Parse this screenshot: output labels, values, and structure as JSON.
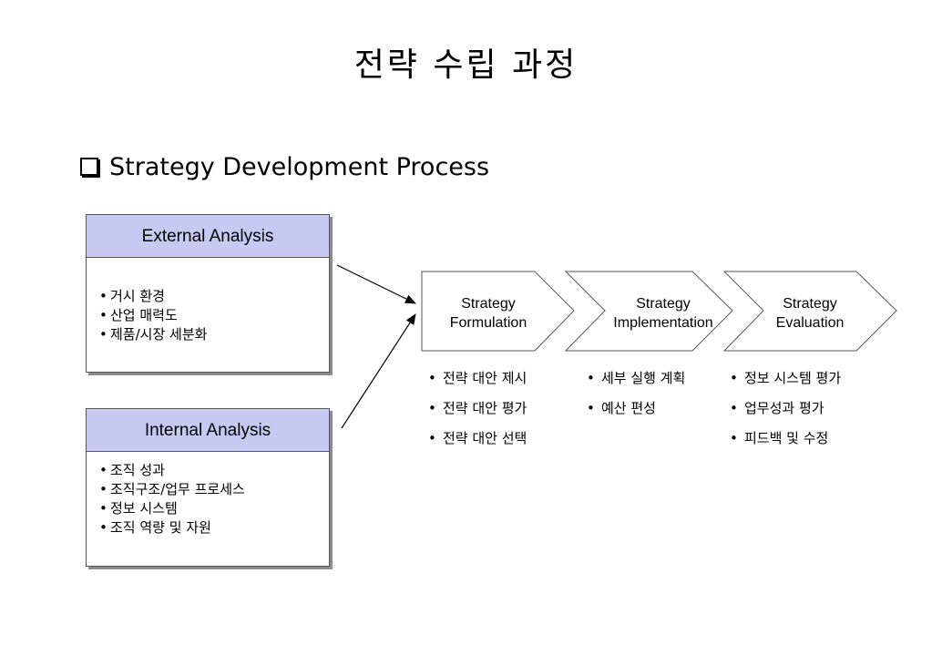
{
  "title": "전략 수립 과정",
  "section": {
    "heading": "Strategy Development Process",
    "checkbox_icon": "checkbox-icon"
  },
  "external": {
    "header": "External Analysis",
    "items": [
      "거시 환경",
      "산업 매력도",
      "제품/시장 세분화"
    ]
  },
  "internal": {
    "header": "Internal Analysis",
    "items": [
      "조직 성과",
      "조직구조/업무 프로세스",
      "정보 시스템",
      "조직 역량 및 자원"
    ]
  },
  "process": {
    "stages": [
      {
        "line1": "Strategy",
        "line2": "Formulation",
        "items": [
          "전략 대안 제시",
          "전략 대안 평가",
          "전략 대안 선택"
        ]
      },
      {
        "line1": "Strategy",
        "line2": "Implementation",
        "items": [
          "세부 실행 계획",
          "예산 편성"
        ]
      },
      {
        "line1": "Strategy",
        "line2": "Evaluation",
        "items": [
          "정보 시스템 평가",
          "업무성과 평가",
          "피드백 및 수정"
        ]
      }
    ]
  },
  "colors": {
    "box_header": "#c8c8f2",
    "border": "#555555",
    "shadow": "#8c8c8c"
  }
}
